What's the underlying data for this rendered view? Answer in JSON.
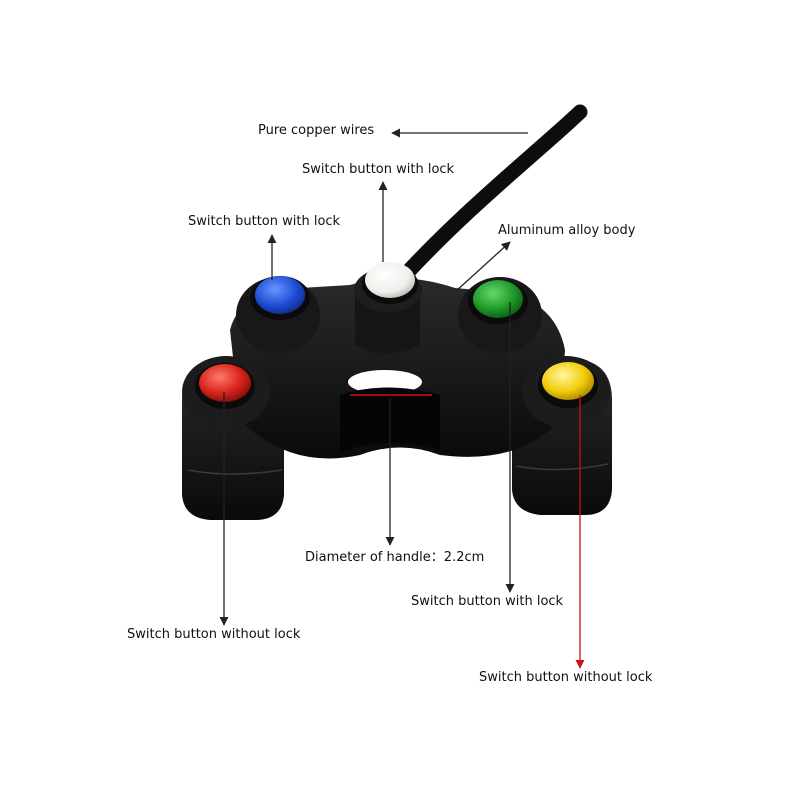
{
  "labels": {
    "pure_copper_wires": "Pure copper wires",
    "top_switch_with_lock": "Switch button with lock",
    "left_switch_with_lock": "Switch button with lock",
    "aluminum_alloy_body": "Aluminum alloy body",
    "diameter_of_handle": "Diameter of handle：2.2cm",
    "right_switch_with_lock": "Switch button with lock",
    "left_switch_without_lock": "Switch button without lock",
    "right_switch_without_lock": "Switch button without lock"
  },
  "colors": {
    "body": "#141414",
    "cable": "#0d0d0d",
    "button_blue": "#1f4fd6",
    "button_white": "#f2f2ee",
    "button_green": "#1e9a2a",
    "button_red": "#d8221c",
    "button_yellow": "#f2cc0c",
    "arrow": "#222222",
    "arrow_red": "#cc1111"
  },
  "icons": [
    "arrow-icon"
  ]
}
